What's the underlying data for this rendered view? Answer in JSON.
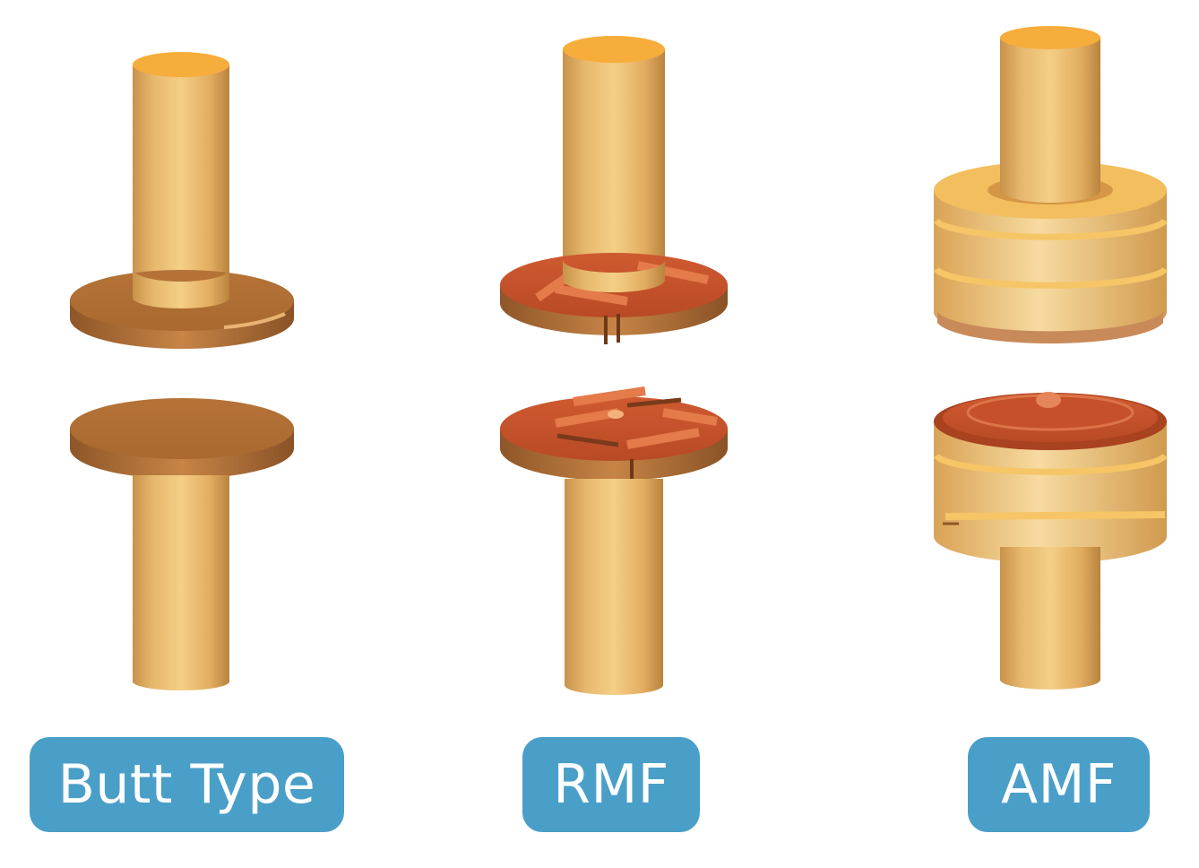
{
  "labels": {
    "butt": "Butt Type",
    "rmf": "RMF",
    "amf": "AMF"
  },
  "colors": {
    "label_bg": "#4a9fc8",
    "label_text": "#ffffff",
    "stem_top": "#f7ad3b",
    "butt_disc": "#b26f37",
    "rmf_face": "#c9522c",
    "amf_cup": "#f0c16b",
    "amf_contact": "#bf5228"
  }
}
